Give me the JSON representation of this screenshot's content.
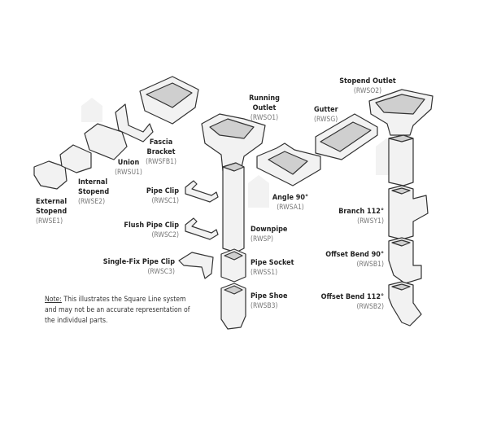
{
  "parts": {
    "external_stopend": {
      "name": [
        "External",
        "Stopend"
      ],
      "code": "(RWSE1)"
    },
    "internal_stopend": {
      "name": [
        "Internal",
        "Stopend"
      ],
      "code": "(RWSE2)"
    },
    "union": {
      "name": [
        "Union"
      ],
      "code": "(RWSU1)"
    },
    "fascia_bracket": {
      "name": [
        "Fascia",
        "Bracket"
      ],
      "code": "(RWSFB1)"
    },
    "running_outlet": {
      "name": [
        "Running",
        "Outlet"
      ],
      "code": "(RWSO1)"
    },
    "gutter": {
      "name": [
        "Gutter"
      ],
      "code": "(RWSG)"
    },
    "stopend_outlet": {
      "name": [
        "Stopend Outlet"
      ],
      "code": "(RWSO2)"
    },
    "pipe_clip": {
      "name": [
        "Pipe Clip"
      ],
      "code": "(RWSC1)"
    },
    "flush_pipe_clip": {
      "name": [
        "Flush Pipe Clip"
      ],
      "code": "(RWSC2)"
    },
    "single_fix_pipe_clip": {
      "name": [
        "Single-Fix Pipe Clip"
      ],
      "code": "(RWSC3)"
    },
    "angle_90": {
      "name": [
        "Angle 90°"
      ],
      "code": "(RWSA1)"
    },
    "downpipe": {
      "name": [
        "Downpipe"
      ],
      "code": "(RWSP)"
    },
    "pipe_socket": {
      "name": [
        "Pipe Socket"
      ],
      "code": "(RWSS1)"
    },
    "pipe_shoe": {
      "name": [
        "Pipe Shoe"
      ],
      "code": "(RWSB3)"
    },
    "branch_112": {
      "name": [
        "Branch 112°"
      ],
      "code": "(RWSY1)"
    },
    "offset_bend_90": {
      "name": [
        "Offset Bend 90°"
      ],
      "code": "(RWSB1)"
    },
    "offset_bend_112": {
      "name": [
        "Offset Bend 112°"
      ],
      "code": "(RWSB2)"
    }
  },
  "note": {
    "prefix": "Note:",
    "text": " This illustrates the Square Line system and may not be an accurate representation of the individual parts."
  }
}
